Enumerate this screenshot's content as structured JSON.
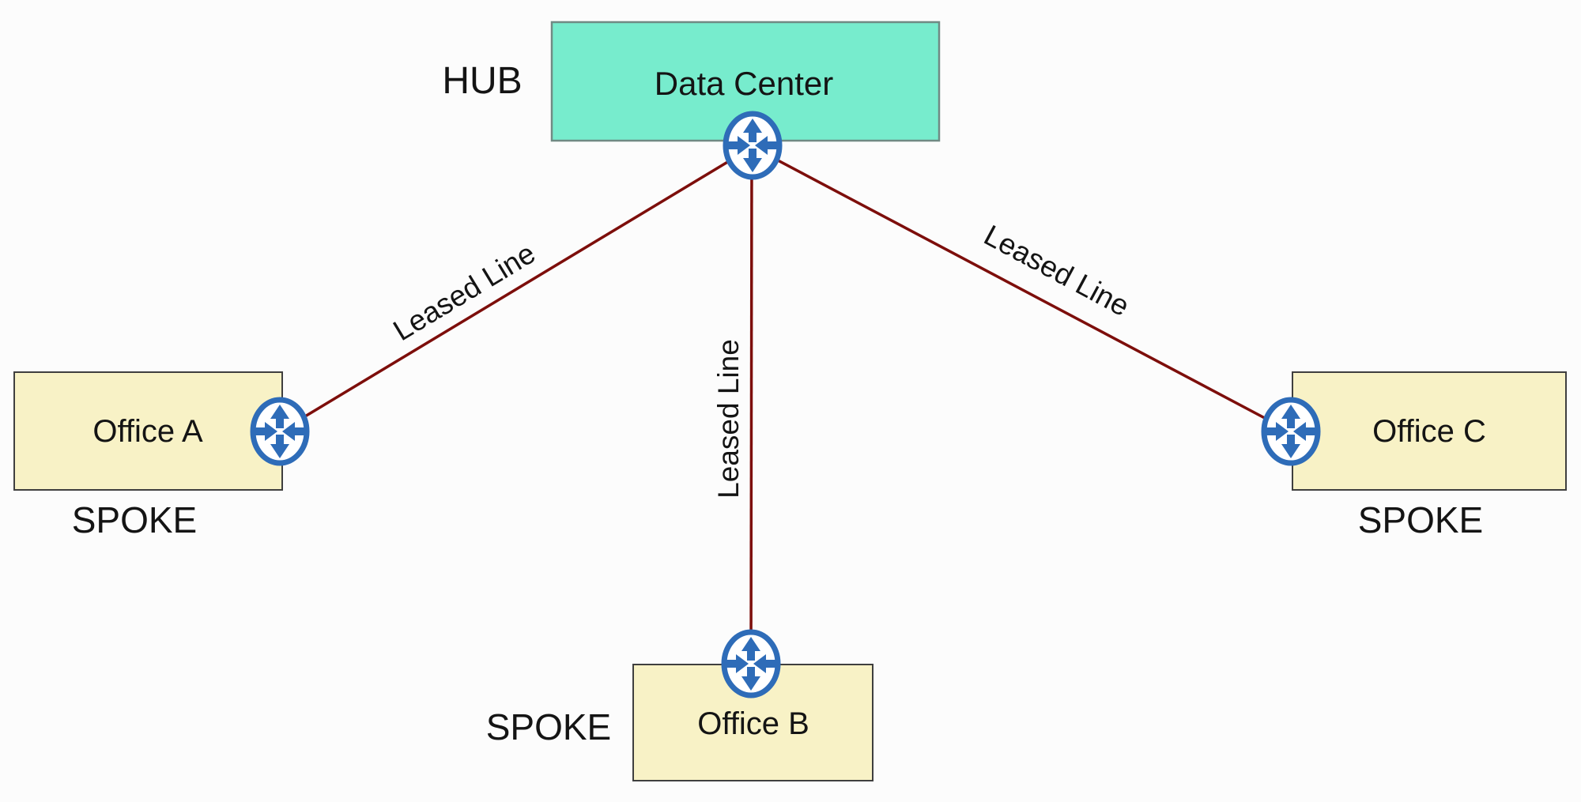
{
  "diagram": {
    "hub": {
      "role_label": "HUB",
      "name": "Data Center"
    },
    "spokes": [
      {
        "role_label": "SPOKE",
        "name": "Office A"
      },
      {
        "role_label": "SPOKE",
        "name": "Office B"
      },
      {
        "role_label": "SPOKE",
        "name": "Office C"
      }
    ],
    "links": [
      {
        "label": "Leased Line",
        "from": "Data Center",
        "to": "Office A"
      },
      {
        "label": "Leased Line",
        "from": "Data Center",
        "to": "Office B"
      },
      {
        "label": "Leased Line",
        "from": "Data Center",
        "to": "Office C"
      }
    ],
    "icons": {
      "router": "router-icon"
    },
    "colors": {
      "background": "#FCFCFC",
      "hub_fill": "#77ECCD",
      "hub_border": "#708A84",
      "spoke_fill": "#F8F2C6",
      "spoke_border": "#3F3F3F",
      "line": "#7D0E0B",
      "router_blue": "#2E6CB8",
      "router_fill": "#FFFFFF",
      "text": "#141414"
    }
  }
}
